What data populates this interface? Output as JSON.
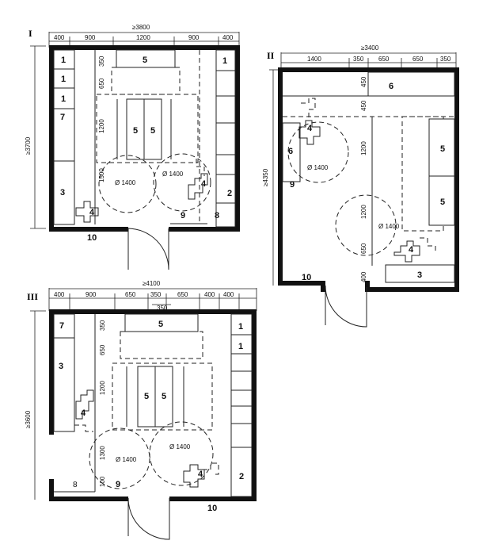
{
  "plans": [
    {
      "title": "I",
      "overall_width": "≥3800",
      "overall_height": "≥3700",
      "top_dims": [
        "400",
        "900",
        "1200",
        "900",
        "400"
      ],
      "side_dims": [
        "350",
        "650",
        "1200",
        "1500"
      ],
      "circles": [
        "Ø 1400",
        "Ø 1400"
      ],
      "labels": {
        "n1a": "1",
        "n1b": "1",
        "n1c": "1",
        "n7": "7",
        "n3": "3",
        "n5top": "5",
        "n5a": "5",
        "n5b": "5",
        "n4a": "4",
        "n4b": "4",
        "n1r": "1",
        "n2": "2",
        "n9": "9",
        "n8": "8",
        "n10": "10"
      }
    },
    {
      "title": "II",
      "overall_width": "≥3400",
      "overall_height": "≥4350",
      "top_dims": [
        "1400",
        "350",
        "650",
        "650",
        "350"
      ],
      "side_dims": [
        "450",
        "450",
        "1200",
        "1200",
        "650",
        "400"
      ],
      "circles": [
        "Ø 1400",
        "Ø 1400"
      ],
      "labels": {
        "n6top": "6",
        "n6": "6",
        "n4a": "4",
        "n9": "9",
        "n5a": "5",
        "n5b": "5",
        "n4b": "4",
        "n3": "3",
        "n10": "10"
      }
    },
    {
      "title": "III",
      "overall_width": "≥4100",
      "overall_height": "≥3600",
      "top_dims": [
        "400",
        "900",
        "650",
        "350",
        "650",
        "400",
        "400"
      ],
      "top_dims_sub": [
        "350"
      ],
      "side_dims": [
        "350",
        "650",
        "1200",
        "1300",
        "100"
      ],
      "circles": [
        "Ø 1400",
        "Ø 1400"
      ],
      "labels": {
        "n7": "7",
        "n3": "3",
        "n5top": "5",
        "n5a": "5",
        "n5b": "5",
        "n4a": "4",
        "n4b": "4",
        "n1a": "1",
        "n1b": "1",
        "n2": "2",
        "n8": "8",
        "n9": "9",
        "n10": "10"
      }
    }
  ]
}
